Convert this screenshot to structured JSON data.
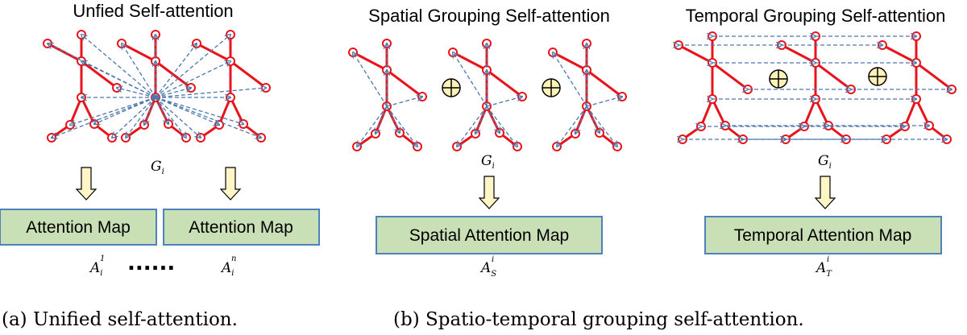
{
  "titles": {
    "unified": "Unfied Self-attention",
    "spatial": "Spatial Grouping Self-attention",
    "temporal": "Temporal Grouping Self-attention"
  },
  "graph_label": {
    "base": "G",
    "sub": "i"
  },
  "boxes": {
    "attention_map_1": "Attention Map",
    "attention_map_2": "Attention Map",
    "spatial": "Spatial Attention Map",
    "temporal": "Temporal Attention Map"
  },
  "matrices": {
    "a1": {
      "base": "A",
      "sub": "i",
      "sup": "1"
    },
    "an": {
      "base": "A",
      "sub": "i",
      "sup": "n"
    },
    "as": {
      "base": "A",
      "sub": "S",
      "sup": "i"
    },
    "at": {
      "base": "A",
      "sub": "T",
      "sup": "i"
    },
    "ellipsis": "......"
  },
  "captions": {
    "a": "(a)  Unified self-attention.",
    "b": "(b)  Spatio-temporal grouping self-attention."
  },
  "colors": {
    "skeleton": "#e8141b",
    "attention_arrow": "#4a78b0",
    "box_fill": "#c9dfb6",
    "box_border": "#4f81bd",
    "flow_arrow_fill": "#fff6c8"
  },
  "icons": {
    "concat": "circled-plus-icon",
    "flow": "down-arrow-icon"
  }
}
